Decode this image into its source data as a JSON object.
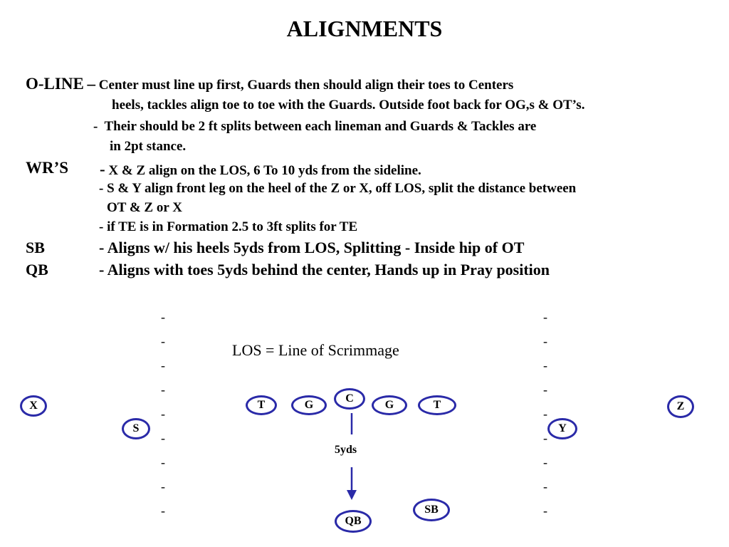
{
  "title": "ALIGNMENTS",
  "oline": {
    "label": "O-LINE",
    "sep": "–",
    "l1": "Center must line up first, Guards then should align their toes to Centers",
    "l2": "heels, tackles align toe to toe with the Guards.  Outside foot back for OG,s & OT’s.",
    "l3_dash": "-",
    "l3": "Their should be 2 ft splits between each lineman and Guards & Tackles are",
    "l4": "in 2pt stance."
  },
  "wrs": {
    "label": "WR’S",
    "dash": "-",
    "l1": "X & Z align on the LOS, 6 To 10 yds from the sideline.",
    "l2": "- S & Y align front leg on the heel of the Z or X, off   LOS, split the distance between",
    "l3": "OT & Z or X",
    "l4": "- if TE is in Formation 2.5 to 3ft splits for TE"
  },
  "sb": {
    "label": "SB",
    "text": "- Aligns w/ his heels 5yds from LOS, Splitting  - Inside hip of OT"
  },
  "qb": {
    "label": "QB",
    "text": "- Aligns with toes 5yds behind the center, Hands up in Pray position"
  },
  "diagram": {
    "los_label": "LOS = Line of Scrimmage",
    "distance_label": "5yds",
    "sideline_mark": "-",
    "players": {
      "x": "X",
      "s": "S",
      "t_left": "T",
      "g_left": "G",
      "c": "C",
      "g_right": "G",
      "t_right": "T",
      "y": "Y",
      "z": "Z",
      "qb": "QB",
      "sb": "SB"
    }
  },
  "colors": {
    "player_circle": "#2a2aa8",
    "los_line": "#3535b0",
    "arrow": "#2a2aa8",
    "text": "#000000"
  }
}
